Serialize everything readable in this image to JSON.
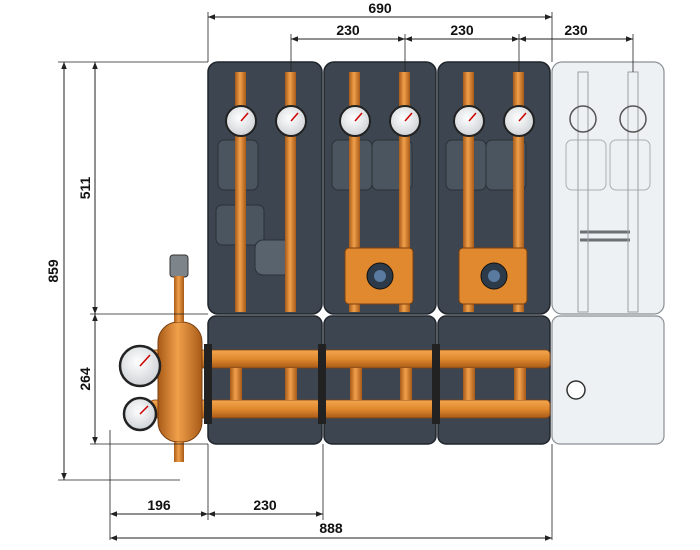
{
  "dimensions": {
    "top_total": "690",
    "top_seg_1": "230",
    "top_seg_2": "230",
    "top_seg_3": "230",
    "left_total": "859",
    "left_upper": "511",
    "left_lower": "264",
    "bottom_seg_1": "196",
    "bottom_seg_2": "230",
    "bottom_total": "888"
  },
  "colors": {
    "module_dark": "#3d4650",
    "module_dark_edge": "#1f252b",
    "pipe_orange": "#e0892e",
    "pipe_orange_dark": "#b0601a",
    "module_ghost": "#e9ecee",
    "line": "#222222"
  }
}
